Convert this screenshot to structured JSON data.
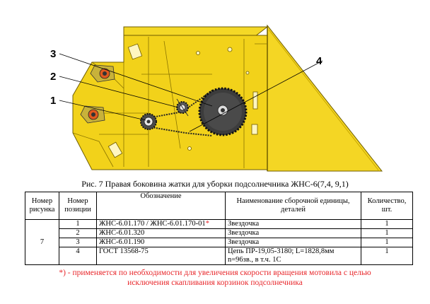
{
  "figure": {
    "callouts": [
      "3",
      "2",
      "1",
      "4"
    ],
    "colors": {
      "body": "#f2d21a",
      "dark": "#c9a800",
      "outline": "#6f5d00",
      "sprocket": "#3c3c3c"
    }
  },
  "caption": "Рис. 7 Правая боковина жатки для уборки подсолнечника ЖНС-6(7,4, 9,1)",
  "table": {
    "headers": {
      "fig_num": "Номер рисунка",
      "pos_num": "Номер позиции",
      "designation": "Обозначение",
      "name": "Наименование сборочной единицы, деталей",
      "qty": "Количество, шт."
    },
    "figure_number": "7",
    "rows": [
      {
        "pos": "1",
        "designation": "ЖНС-6.01.170 / ЖНС-6.01.170-01",
        "mark": "*",
        "name": "Звездочка",
        "qty": "1"
      },
      {
        "pos": "2",
        "designation": "ЖНС-6.01.320",
        "mark": "",
        "name": "Звездочка",
        "qty": "1"
      },
      {
        "pos": "3",
        "designation": "ЖНС-6.01.190",
        "mark": "",
        "name": "Звездочка",
        "qty": "1"
      },
      {
        "pos": "4",
        "designation": "ГОСТ 13568-75",
        "mark": "",
        "name": "Цепь ПР-19,05-3180; L=1828,8мм",
        "name2": "n=96зв., в т.ч. 1С",
        "qty": "1"
      }
    ]
  },
  "footnote": {
    "line1": "*) - применяется по необходимости для увеличения скорости вращения мотовила с целью",
    "line2": "исключения скапливания корзинок подсолнечника"
  }
}
